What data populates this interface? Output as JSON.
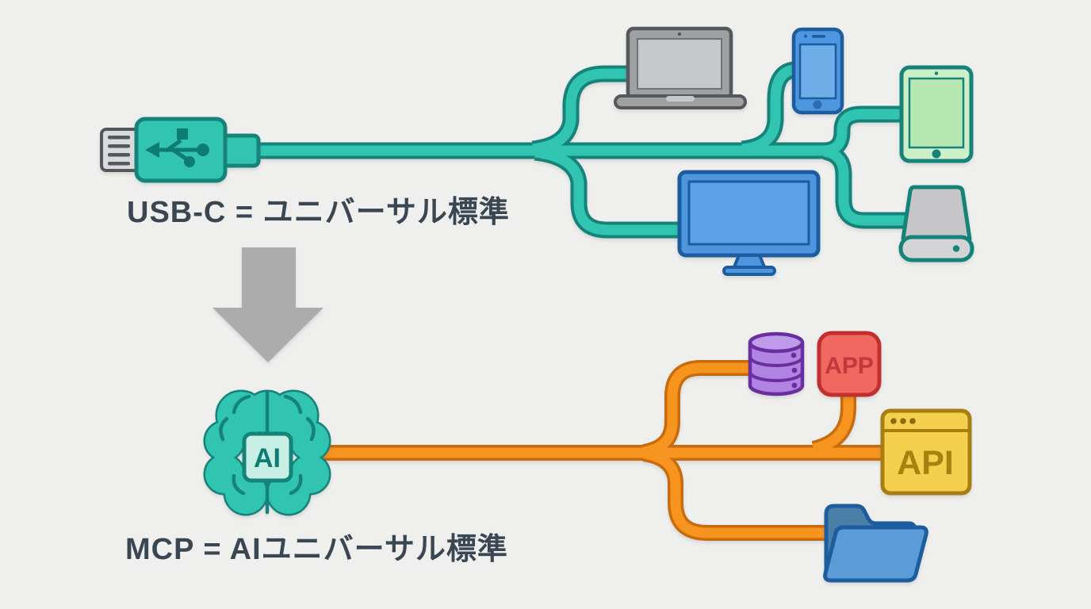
{
  "top_section": {
    "caption": "USB-C = ユニバーサル標準",
    "connector": "usb-c-plug",
    "cable_color": "#31C4B0",
    "cable_outline_color": "#16837A",
    "devices": [
      "laptop",
      "smartphone",
      "tablet",
      "monitor",
      "external-drive"
    ]
  },
  "transition_arrow": {
    "direction": "down",
    "color": "#ACACAC"
  },
  "bottom_section": {
    "caption": "MCP = AIユニバーサル標準",
    "hub": "ai-brain",
    "hub_label": "AI",
    "cable_color": "#F6941F",
    "cable_outline_color": "#C76B0E",
    "endpoints": [
      {
        "type": "database",
        "label": ""
      },
      {
        "type": "app",
        "label": "APP"
      },
      {
        "type": "api-window",
        "label": "API"
      },
      {
        "type": "folder",
        "label": ""
      }
    ]
  },
  "colors": {
    "background": "#EFF0EE",
    "caption_text": "#3A4651",
    "teal": "#31C4B0",
    "teal_dark": "#16837A",
    "orange": "#F6941F",
    "orange_dark": "#C76B0E",
    "blue_device": "#4E97E0",
    "blue_dark": "#1D5C9E",
    "gray_device": "#9EA0A2",
    "green_tablet": "#CDEFC8",
    "purple_db": "#B184E4",
    "purple_dark": "#6A2F9E",
    "red_app": "#F0685F",
    "red_dark": "#C12F2F",
    "yellow_api": "#F5D04E",
    "yellow_dark": "#A87D12",
    "folder_blue_front": "#5B9BD8",
    "folder_blue_back": "#4A7FA8"
  }
}
